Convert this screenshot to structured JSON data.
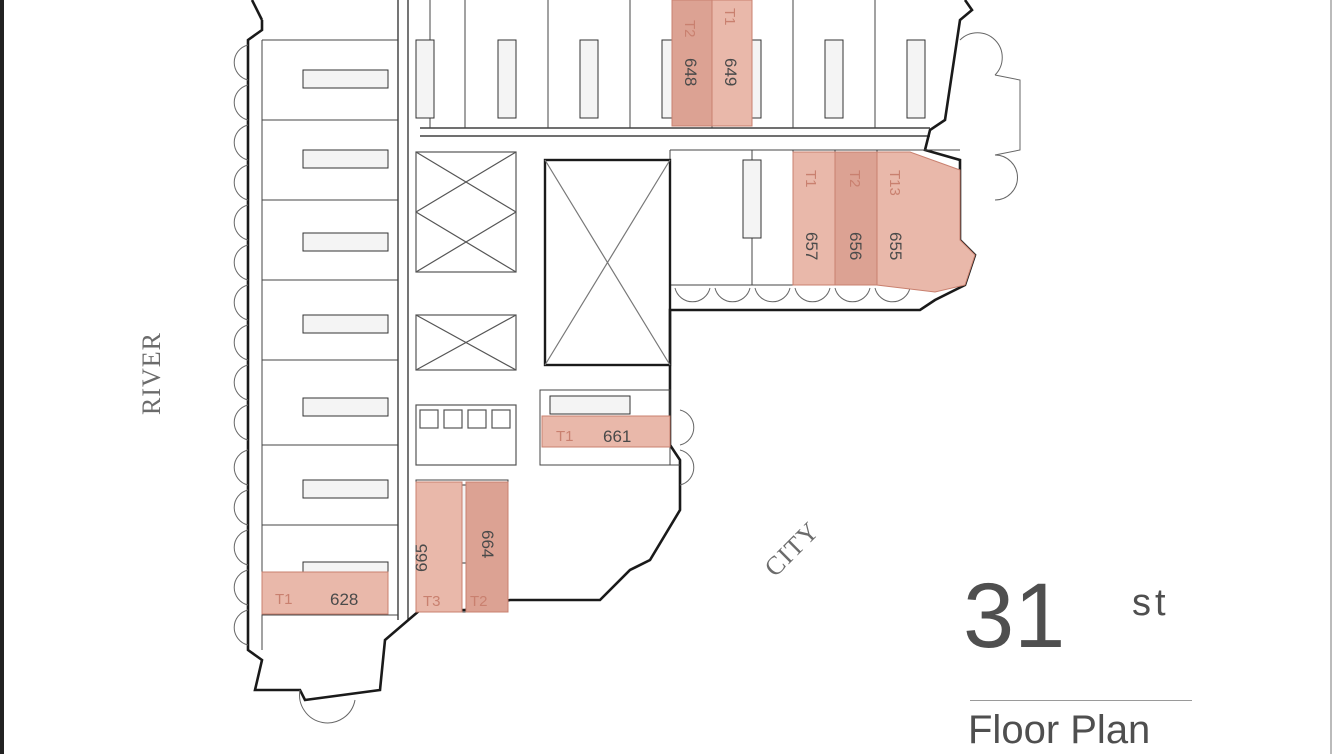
{
  "floor": {
    "number": "31",
    "suffix": "st",
    "title": "Floor Plan"
  },
  "compass": {
    "left": "RIVER",
    "bottom": "CITY"
  },
  "colors": {
    "unit_fill": "#e9b8aa",
    "unit_fill_dark": "#dca293",
    "wall": "#1a1a1a",
    "text": "#4f4f4f",
    "type_text": "#c9806f"
  },
  "units": {
    "u628": {
      "type": "T1",
      "number": "628"
    },
    "u648": {
      "type": "T2",
      "number": "648"
    },
    "u649": {
      "type": "T1",
      "number": "649"
    },
    "u655": {
      "type": "T13",
      "number": "655"
    },
    "u656": {
      "type": "T2",
      "number": "656"
    },
    "u657": {
      "type": "T1",
      "number": "657"
    },
    "u661": {
      "type": "T1",
      "number": "661"
    },
    "u664": {
      "type": "T2",
      "number": "664"
    },
    "u665": {
      "type": "T3",
      "number": "665"
    }
  }
}
